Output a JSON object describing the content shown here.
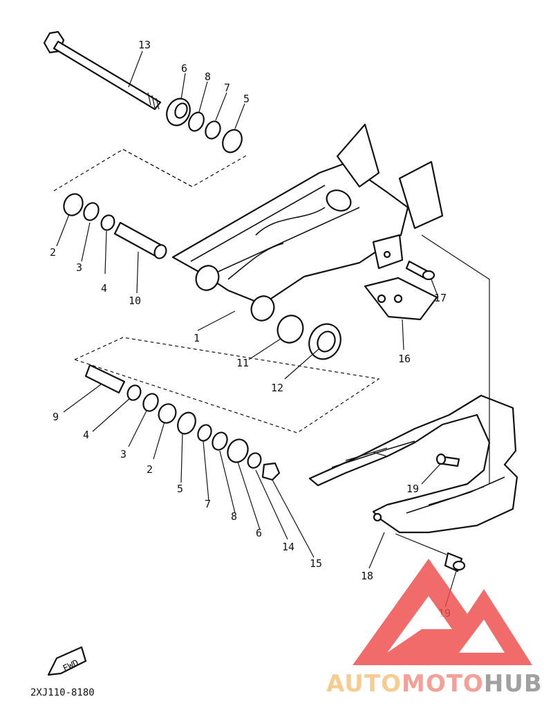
{
  "diagram": {
    "code": "2XJ110-8180",
    "fwd_label": "FWD",
    "callouts": [
      "13",
      "6",
      "8",
      "7",
      "5",
      "2",
      "3",
      "4",
      "10",
      "1",
      "17",
      "16",
      "11",
      "12",
      "9",
      "4",
      "3",
      "2",
      "5",
      "7",
      "8",
      "6",
      "14",
      "15",
      "19",
      "18",
      "19"
    ]
  },
  "watermark": {
    "word_a": "AUTO",
    "word_b": "MOTO",
    "word_c": "HUB",
    "color_a": "#f5c27a",
    "color_b": "#f28b82",
    "color_c": "#8c8c8c",
    "logo_color": "#ef4b4b"
  }
}
